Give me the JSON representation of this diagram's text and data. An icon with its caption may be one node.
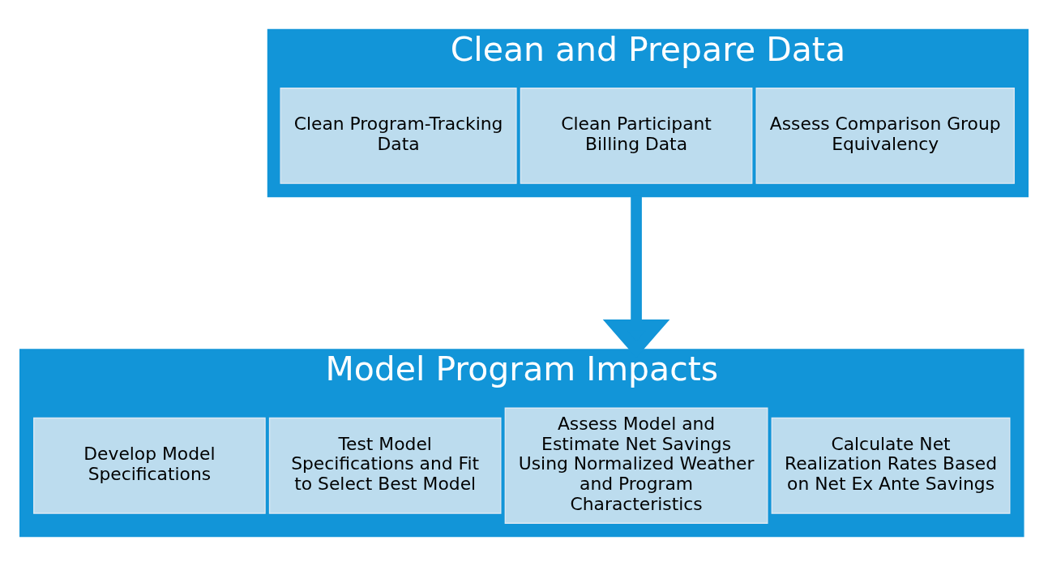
{
  "diagram": {
    "nodes": [
      {
        "text": [
          "Clean and Prepare Data"
        ]
      },
      {
        "text": [
          "Clean Program-Tracking Data"
        ],
        "in": 0
      },
      {
        "text": [
          "Clean Participant Billing Data"
        ],
        "in": 0
      },
      {
        "text": [
          "Assess Comparison Group Equivalency"
        ],
        "in": 0
      },
      {
        "text": [
          "Model Program Impacts"
        ]
      },
      {
        "text": [
          "Develop Model Specifications"
        ],
        "in": 4
      },
      {
        "text": [
          "Test Model Specifications and Fit to Select Best Model"
        ],
        "in": 4
      },
      {
        "text": [
          "Assess Model and Estimate Net Savings Using Normalized Weather and Program Characteristics"
        ],
        "in": 4
      },
      {
        "text": [
          "Calculate Net Realization Rates Based on Net Ex Ante Savings"
        ],
        "in": 4
      }
    ],
    "edges": [
      {
        "from": 0,
        "to": 4,
        "arrow": "to"
      }
    ]
  }
}
